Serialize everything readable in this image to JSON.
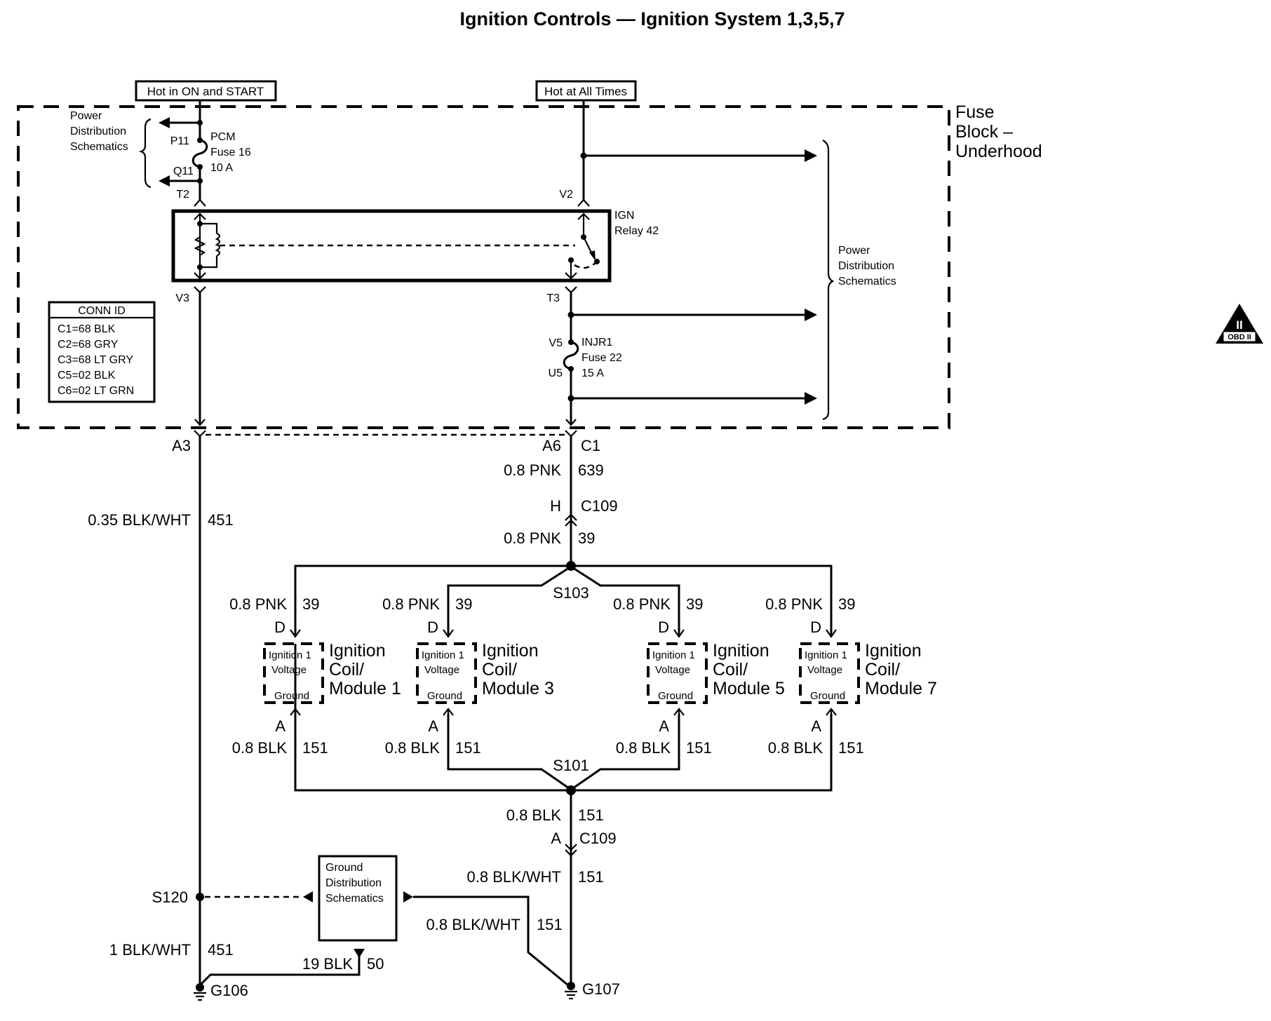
{
  "title": "Ignition Controls — Ignition System 1,3,5,7",
  "power_sources": {
    "ign_on_start": "Hot in ON and START",
    "hot_all_times": "Hot at All Times"
  },
  "fuse_block": {
    "name_lines": [
      "Fuse",
      "Block –",
      "Underhood"
    ]
  },
  "power_dist_left": [
    "Power",
    "Distribution",
    "Schematics"
  ],
  "power_dist_right": [
    "Power",
    "Distribution",
    "Schematics"
  ],
  "pcm_fuse": {
    "lines": [
      "PCM",
      "Fuse 16",
      "10 A"
    ],
    "in_pin": "P11",
    "out_pin": "Q11",
    "terminal": "T2"
  },
  "ign_relay": {
    "lines": [
      "IGN",
      "Relay 42"
    ],
    "coil_in": "T2",
    "coil_out": "V3",
    "switch_in": "V2",
    "switch_out": "T3"
  },
  "injr_fuse": {
    "lines": [
      "INJR1",
      "Fuse 22",
      "15 A"
    ],
    "in_pin": "V5",
    "out_pin": "U5"
  },
  "conn_id": {
    "header": "CONN ID",
    "rows": [
      "C1=68 BLK",
      "C2=68 GRY",
      "C3=68 LT GRY",
      "C5=02 BLK",
      "C6=02 LT GRN"
    ]
  },
  "left_circuit": {
    "connector": "A3",
    "wire_upper": {
      "gauge_color": "0.35 BLK/WHT",
      "circuit": "451"
    },
    "splice": "S120",
    "wire_lower": {
      "gauge_color": "1 BLK/WHT",
      "circuit": "451"
    },
    "ground": "G106"
  },
  "trunk": {
    "pin": "A6",
    "connector": "C1",
    "wire_639": {
      "gauge_color": "0.8 PNK",
      "circuit": "639"
    },
    "c109_pin": "H",
    "c109": "C109",
    "wire_39": {
      "gauge_color": "0.8 PNK",
      "circuit": "39"
    },
    "splice_pnk": "S103",
    "splice_blk": "S101",
    "wire_blk": {
      "gauge_color": "0.8 BLK",
      "circuit": "151"
    },
    "c109_lower_pin": "A",
    "c109_lower": "C109",
    "wire_blkwht": {
      "gauge_color": "0.8 BLK/WHT",
      "circuit": "151"
    },
    "ground": "G107"
  },
  "modules": [
    {
      "name_lines": [
        "Ignition",
        "Coil/",
        "Module 1"
      ],
      "pin_top": "D",
      "pin_bottom": "A",
      "top_wire": {
        "gauge_color": "0.8 PNK",
        "circuit": "39"
      },
      "bottom_wire": {
        "gauge_color": "0.8 BLK",
        "circuit": "151"
      },
      "inner": [
        "Ignition 1",
        "Voltage",
        "Ground"
      ]
    },
    {
      "name_lines": [
        "Ignition",
        "Coil/",
        "Module 3"
      ],
      "pin_top": "D",
      "pin_bottom": "A",
      "top_wire": {
        "gauge_color": "0.8 PNK",
        "circuit": "39"
      },
      "bottom_wire": {
        "gauge_color": "0.8 BLK",
        "circuit": "151"
      },
      "inner": [
        "Ignition 1",
        "Voltage",
        "Ground"
      ]
    },
    {
      "name_lines": [
        "Ignition",
        "Coil/",
        "Module 5"
      ],
      "pin_top": "D",
      "pin_bottom": "A",
      "top_wire": {
        "gauge_color": "0.8 PNK",
        "circuit": "39"
      },
      "bottom_wire": {
        "gauge_color": "0.8 BLK",
        "circuit": "151"
      },
      "inner": [
        "Ignition 1",
        "Voltage",
        "Ground"
      ]
    },
    {
      "name_lines": [
        "Ignition",
        "Coil/",
        "Module 7"
      ],
      "pin_top": "D",
      "pin_bottom": "A",
      "top_wire": {
        "gauge_color": "0.8 PNK",
        "circuit": "39"
      },
      "bottom_wire": {
        "gauge_color": "0.8 BLK",
        "circuit": "151"
      },
      "inner": [
        "Ignition 1",
        "Voltage",
        "Ground"
      ]
    }
  ],
  "ground_dist": {
    "lines": [
      "Ground",
      "Distribution",
      "Schematics"
    ],
    "wire_out": {
      "gauge_color": "0.8 BLK/WHT",
      "circuit": "151"
    },
    "wire_down": {
      "gauge_color": "19 BLK",
      "circuit": "50"
    }
  },
  "badge": {
    "numeral": "II",
    "label": "OBD II"
  }
}
